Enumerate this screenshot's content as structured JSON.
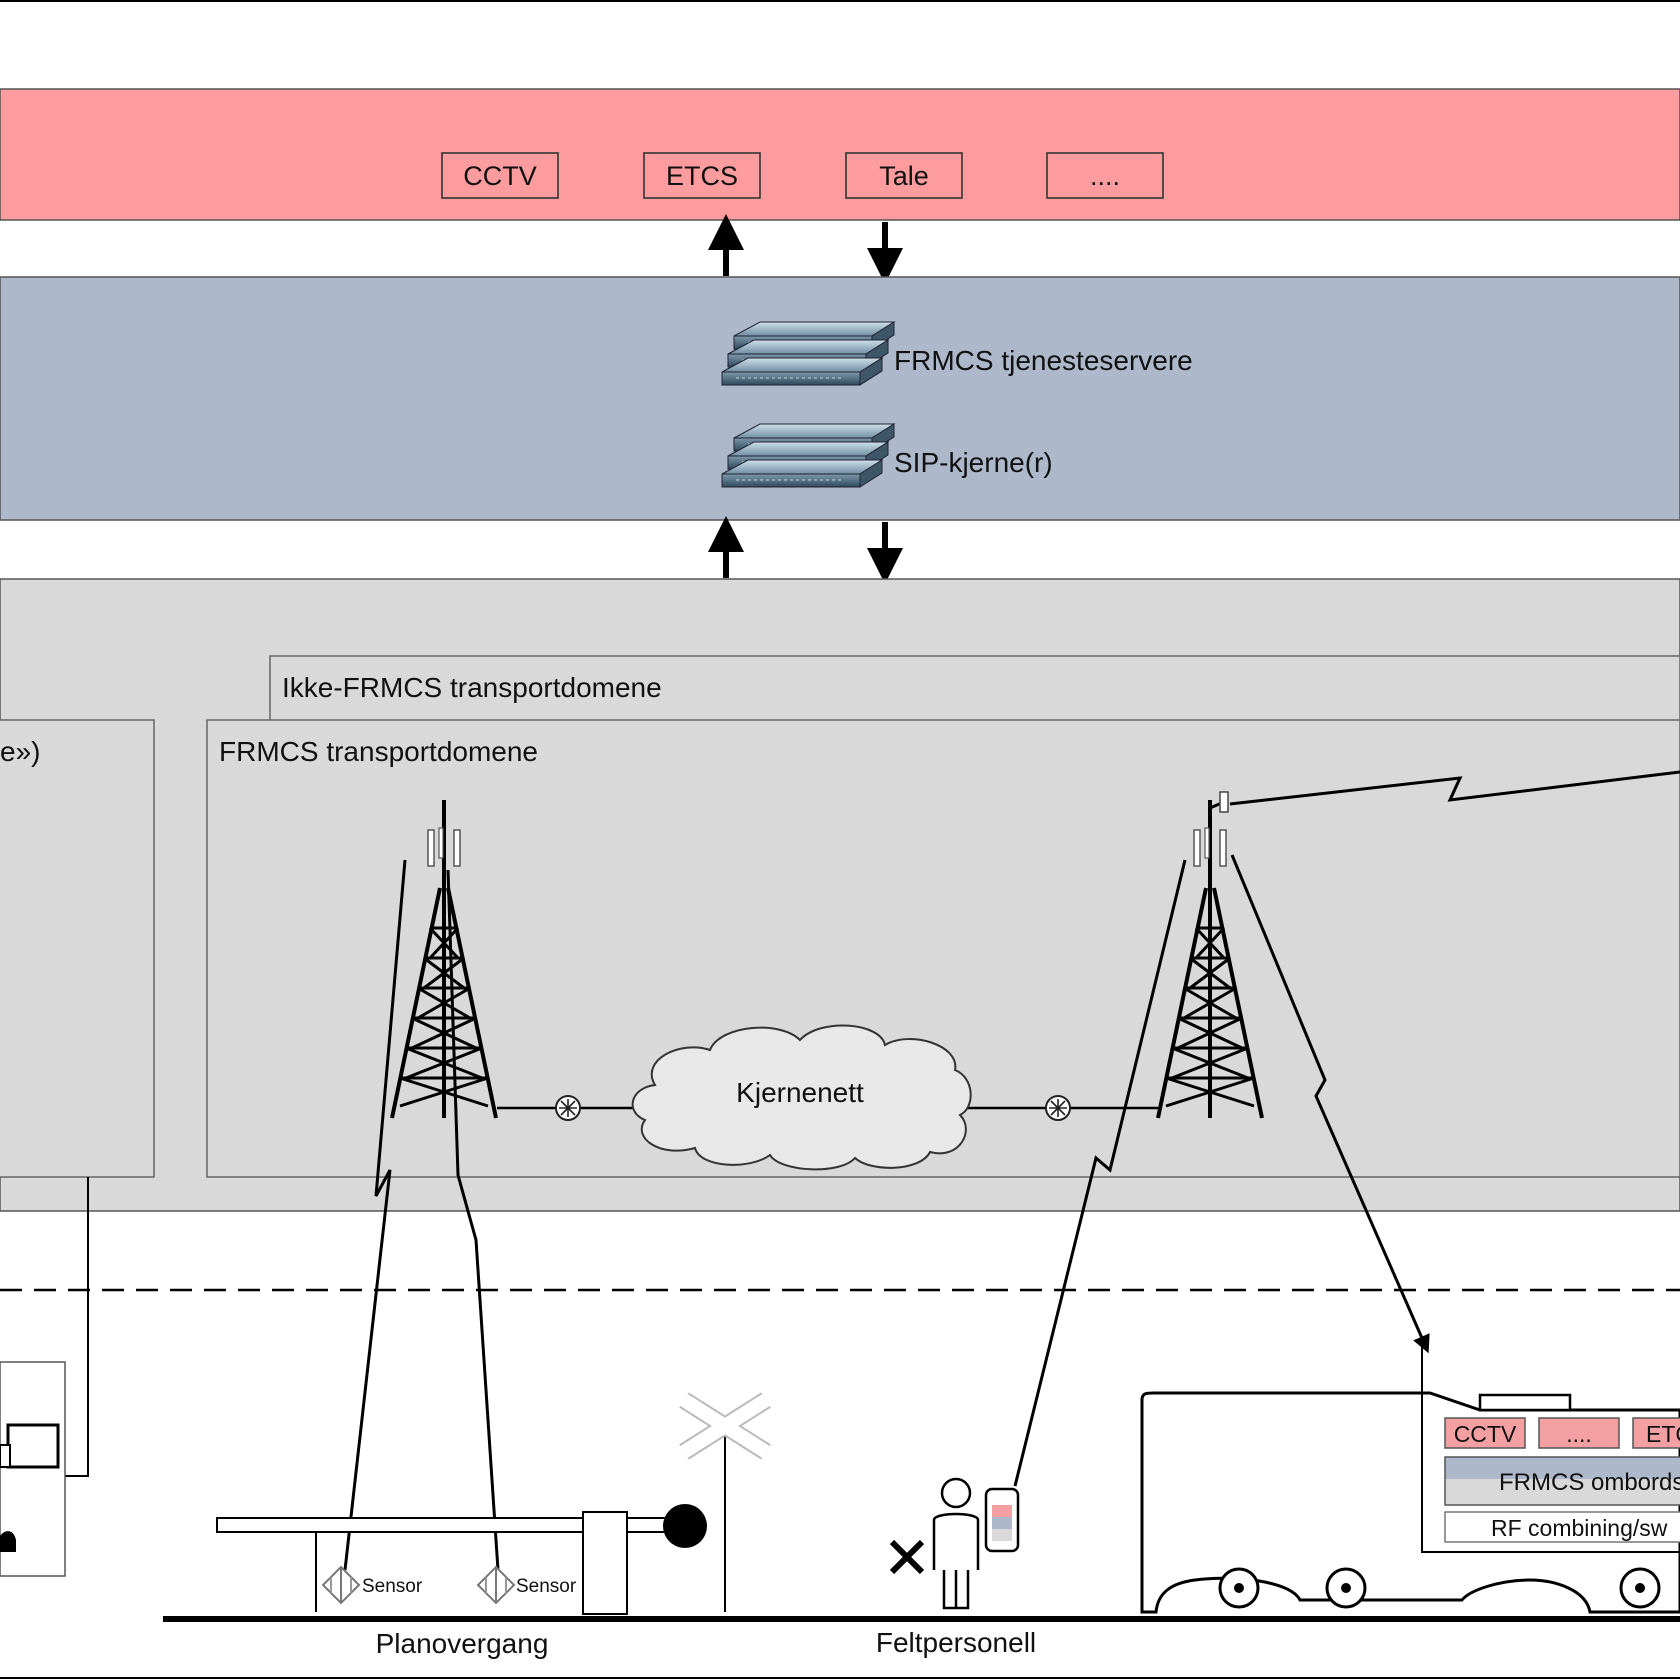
{
  "application_layer": {
    "apps": [
      {
        "key": "cctv",
        "label": "CCTV"
      },
      {
        "key": "etcs",
        "label": "ETCS"
      },
      {
        "key": "tale",
        "label": "Tale"
      },
      {
        "key": "more",
        "label": "...."
      }
    ]
  },
  "service_layer": {
    "servers_label": "FRMCS tjenesteservere",
    "sip_label": "SIP-kjerne(r)"
  },
  "transport_layer": {
    "non_frmcs_label": "Ikke-FRMCS transportdomene",
    "frmcs_label": "FRMCS transportdomene",
    "left_partial_label": "e»)",
    "core_label": "Kjernenett"
  },
  "ground": {
    "sensor_label": "Sensor",
    "level_crossing_label": "Planovergang",
    "field_staff_label": "Feltpersonell"
  },
  "train": {
    "apps": [
      {
        "key": "cctv",
        "label": "CCTV"
      },
      {
        "key": "more",
        "label": "...."
      },
      {
        "key": "etcs",
        "label": "ETC"
      }
    ],
    "onboard_label": "FRMCS ombords",
    "rf_label": "RF combining/sw"
  },
  "colors": {
    "application_layer": "#fc9c9e",
    "service_layer": "#adb9cb",
    "transport_layer": "#d9d9d9",
    "train_app_box": "#f4a0a2"
  }
}
